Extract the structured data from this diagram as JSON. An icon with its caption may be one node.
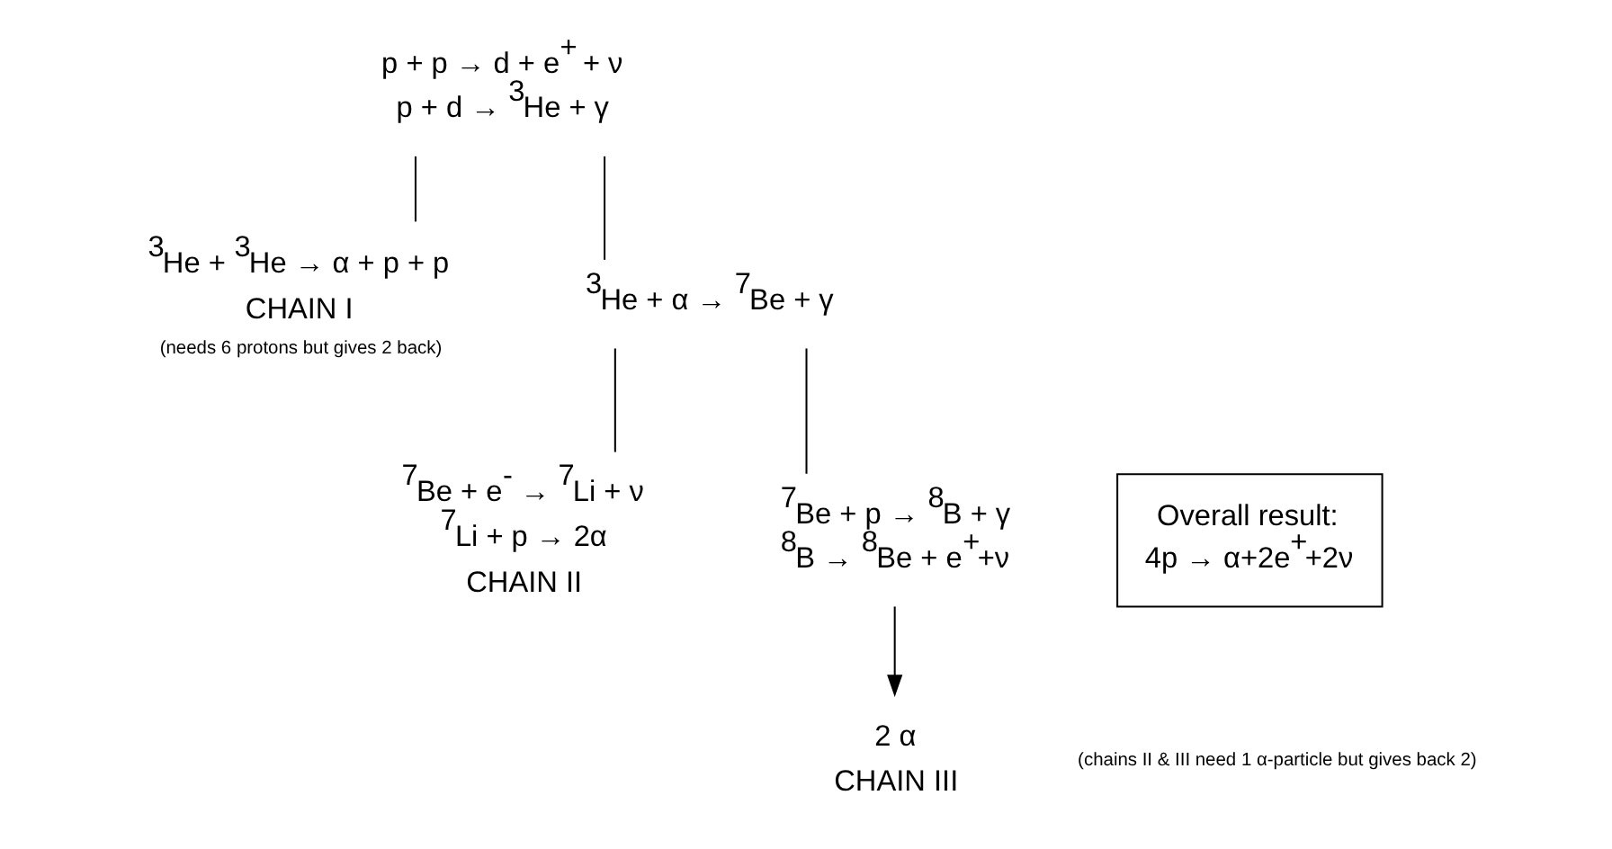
{
  "diagram": {
    "nodes": [
      {
        "text": [
          "p + p → d + e$^{+}$ + ν",
          "p + d → $^{3}$He + γ"
        ]
      },
      {
        "text": [
          "$^{3}$He + $^{3}$He → α + p + p",
          "CHAIN I"
        ],
        "beside": [
          "(needs 6 protons but gives 2 back)"
        ]
      },
      {
        "text": [
          "$^{3}$He + α → $^{7}$Be + γ"
        ]
      },
      {
        "text": [
          "$^{7}$Be + e$^{-}$ → $^{7}$Li + ν",
          "$^{7}$Li + p → 2α",
          "CHAIN II"
        ]
      },
      {
        "text": [
          "$^{7}$Be + p → $^{8}$B + γ",
          "$^{8}$B → $^{8}$Be + e$^{+}$+ν"
        ]
      },
      {
        "text": [
          "2 α",
          "CHAIN III"
        ]
      },
      {
        "text": [
          "Overall result:",
          "4p → α+2e$^{+}$+2ν"
        ]
      }
    ],
    "edges": [
      {
        "from": 0,
        "to": 1,
        "arrow": "none"
      },
      {
        "from": 0,
        "to": 2,
        "arrow": "none"
      },
      {
        "from": 2,
        "to": 3,
        "arrow": "none"
      },
      {
        "from": 2,
        "to": 4,
        "arrow": "none"
      },
      {
        "from": 4,
        "to": 5,
        "arrow": "to"
      }
    ],
    "labels": [
      "(chains II & III need 1 α-particle but gives back 2)"
    ]
  }
}
